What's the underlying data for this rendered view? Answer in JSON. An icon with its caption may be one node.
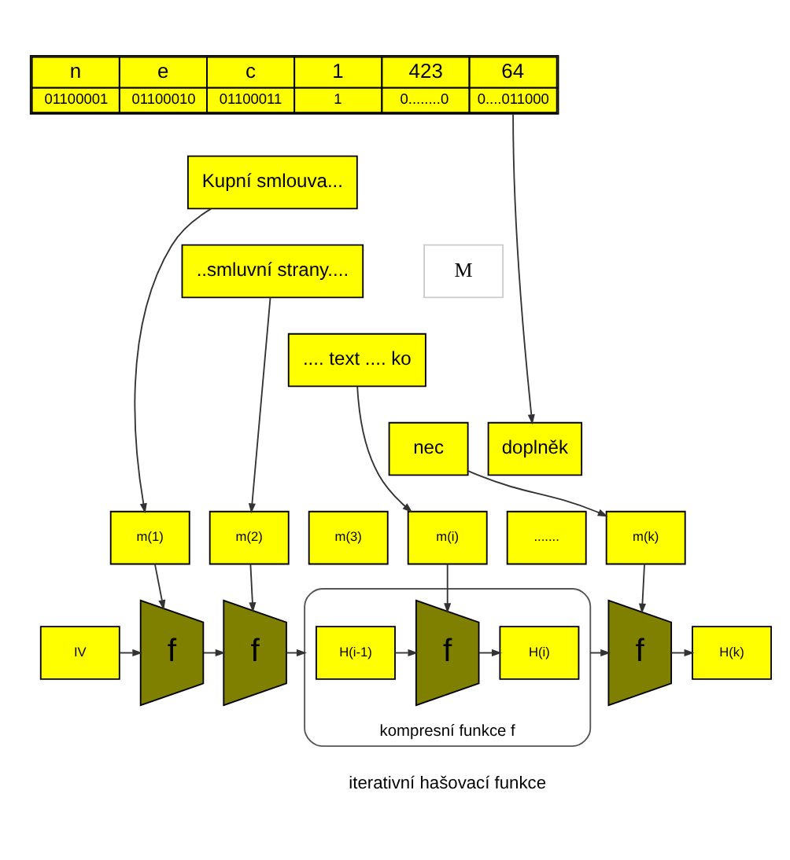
{
  "diagram": {
    "nodes": [
      {
        "text": [
          "n",
          "e",
          "c",
          "1",
          "423",
          "64",
          "01100001",
          "01100010",
          "01100011",
          "1",
          "0........0",
          "0....011000"
        ]
      },
      {
        "text": [
          "Kupní smlouva..."
        ]
      },
      {
        "text": [
          "..smluvní strany...."
        ]
      },
      {
        "text": [
          ".... text .... ko"
        ]
      },
      {
        "text": [
          "nec"
        ]
      },
      {
        "text": [
          "doplněk"
        ]
      },
      {
        "text": [
          "m(1)"
        ]
      },
      {
        "text": [
          "m(2)"
        ]
      },
      {
        "text": [
          "m(3)"
        ]
      },
      {
        "text": [
          "m(i)"
        ]
      },
      {
        "text": [
          "......."
        ]
      },
      {
        "text": [
          "m(k)"
        ]
      },
      {
        "text": [
          "IV"
        ]
      },
      {
        "text": [
          "f"
        ]
      },
      {
        "text": [
          "f"
        ]
      },
      {
        "text": [
          "kompresní funkce f"
        ]
      },
      {
        "text": [
          "H(i-1)"
        ],
        "in": 15
      },
      {
        "text": [
          "f"
        ],
        "in": 15
      },
      {
        "text": [
          "H(i)"
        ],
        "in": 15
      },
      {
        "text": [
          "f"
        ]
      },
      {
        "text": [
          "H(k)"
        ]
      }
    ],
    "edges": [
      {
        "from": 0,
        "to": 5,
        "arrow": "to"
      },
      {
        "from": 1,
        "to": 6,
        "arrow": "to"
      },
      {
        "from": 2,
        "to": 7,
        "arrow": "to"
      },
      {
        "from": 3,
        "to": 9,
        "arrow": "to"
      },
      {
        "from": 4,
        "to": 11,
        "arrow": "to"
      },
      {
        "from": 6,
        "to": 13,
        "arrow": "to"
      },
      {
        "from": 7,
        "to": 14,
        "arrow": "to"
      },
      {
        "from": 9,
        "to": 17,
        "arrow": "to"
      },
      {
        "from": 11,
        "to": 19,
        "arrow": "to"
      },
      {
        "from": 12,
        "to": 13,
        "arrow": "to"
      },
      {
        "from": 13,
        "to": 14,
        "arrow": "to"
      },
      {
        "from": 14,
        "to": 15,
        "arrow": "to"
      },
      {
        "from": 16,
        "to": 17,
        "arrow": "to"
      },
      {
        "from": 17,
        "to": 18,
        "arrow": "to"
      },
      {
        "from": 15,
        "to": 19,
        "arrow": "to"
      },
      {
        "from": 19,
        "to": 20,
        "arrow": "to"
      }
    ],
    "labels": [
      "M",
      "iterativní hašovací funkce"
    ]
  }
}
